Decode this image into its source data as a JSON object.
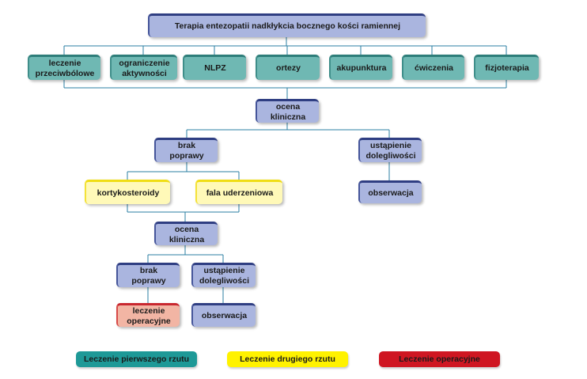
{
  "root": "Terapia entezopatii nadkłykcia bocznego kości ramiennej",
  "first_line": [
    "leczenie\nprzeciwbólowe",
    "ograniczenie\naktywności",
    "NLPZ",
    "ortezy",
    "akupunktura",
    "ćwiczenia",
    "fizjoterapia"
  ],
  "assessment_1": "ocena\nkliniczna",
  "no_improvement_1": "brak\npoprawy",
  "resolved_1": "ustąpienie\ndolegliwości",
  "observation_1": "obserwacja",
  "second_line": [
    "kortykosteroidy",
    "fala uderzeniowa"
  ],
  "assessment_2": "ocena\nkliniczna",
  "no_improvement_2": "brak\npoprawy",
  "resolved_2": "ustąpienie\ndolegliwości",
  "surgery": "leczenie\noperacyjne",
  "observation_2": "obserwacja",
  "legend": {
    "first_line": "Leczenie pierwszego rzutu",
    "second_line": "Leczenie drugiego rzutu",
    "surgery": "Leczenie operacyjne"
  },
  "colors": {
    "first_line": "#1e9997",
    "second_line": "#fff200",
    "surgery": "#cf1622",
    "assessment_nodes": "#aab5df",
    "connector": "#2b7fa3"
  }
}
